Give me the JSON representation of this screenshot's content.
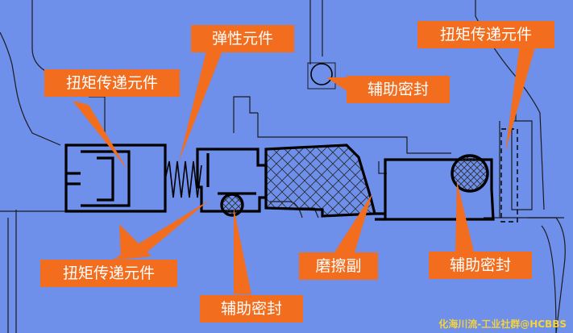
{
  "labels": {
    "elastic": "弹性元件",
    "torque_left_top": "扭矩传递元件",
    "torque_right_top": "扭矩传递元件",
    "aux_seal_top": "辅助密封",
    "torque_bottom": "扭矩传递元件",
    "aux_seal_bottom": "辅助密封",
    "friction_pair": "磨擦副",
    "aux_seal_right": "辅助密封"
  },
  "watermark": "化海川流-工业社群@HCBBS",
  "colors": {
    "background": "#6e8fea",
    "callout": "#f36d1f",
    "line": "#000000",
    "watermark": "#f5d23c"
  }
}
